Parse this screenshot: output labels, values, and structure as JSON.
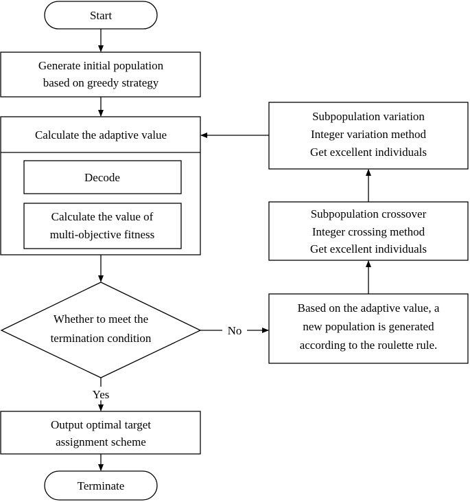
{
  "colors": {
    "stroke": "#000000",
    "background": "#ffffff",
    "text": "#000000"
  },
  "nodes": {
    "start": {
      "label": "Start"
    },
    "generate_population": {
      "lines": [
        "Generate initial population",
        "based on greedy strategy"
      ]
    },
    "calculate_adaptive": {
      "label": "Calculate the adaptive value"
    },
    "decode": {
      "label": "Decode"
    },
    "multi_objective": {
      "lines": [
        "Calculate the value of",
        "multi-objective fitness"
      ]
    },
    "termination_check": {
      "lines": [
        "Whether to meet the",
        "termination condition"
      ]
    },
    "output_scheme": {
      "lines": [
        "Output optimal target",
        "assignment scheme"
      ]
    },
    "terminate": {
      "label": "Terminate"
    },
    "roulette": {
      "lines": [
        "Based on the adaptive value, a",
        "new population is generated",
        "according to the roulette rule."
      ]
    },
    "crossover": {
      "lines": [
        "Subpopulation crossover",
        "Integer crossing method",
        "Get excellent individuals"
      ]
    },
    "variation": {
      "lines": [
        "Subpopulation variation",
        "Integer variation method",
        "Get excellent individuals"
      ]
    }
  },
  "edge_labels": {
    "no": "No",
    "yes": "Yes"
  }
}
